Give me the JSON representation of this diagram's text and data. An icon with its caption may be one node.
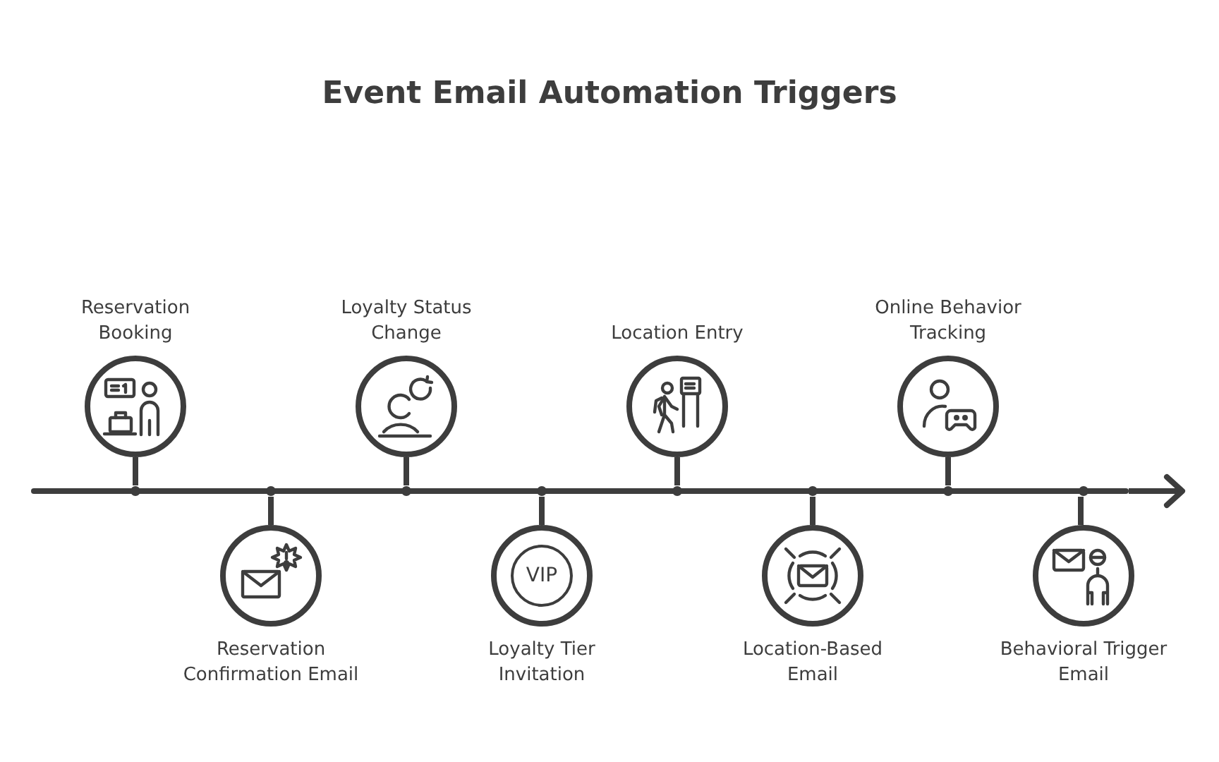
{
  "diagram": {
    "title": "Event Email Automation Triggers",
    "nodes": [
      {
        "text": [
          "Reservation Booking"
        ]
      },
      {
        "text": [
          "Reservation Confirmation Email"
        ]
      },
      {
        "text": [
          "Loyalty Status Change"
        ]
      },
      {
        "text": [
          "Loyalty Tier Invitation"
        ]
      },
      {
        "text": [
          "VIP"
        ],
        "in": 3
      },
      {
        "text": [
          "Location Entry"
        ]
      },
      {
        "text": [
          "Location-Based Email"
        ]
      },
      {
        "text": [
          "Online Behavior Tracking"
        ]
      },
      {
        "text": [
          "Behavioral Trigger Email"
        ]
      },
      {
        "text": [],
        "shape": "bar"
      }
    ],
    "edges": [
      {
        "from": 0,
        "to": 9,
        "arrow": "none"
      },
      {
        "from": 1,
        "to": 9,
        "arrow": "none"
      },
      {
        "from": 2,
        "to": 9,
        "arrow": "none"
      },
      {
        "from": 3,
        "to": 9,
        "arrow": "none"
      },
      {
        "from": 5,
        "to": 9,
        "arrow": "none"
      },
      {
        "from": 6,
        "to": 9,
        "arrow": "none"
      },
      {
        "from": 7,
        "to": 9,
        "arrow": "none"
      },
      {
        "from": 8,
        "to": 9,
        "arrow": "none"
      },
      {
        "from": 9,
        "to": null,
        "arrow": "to"
      }
    ]
  }
}
